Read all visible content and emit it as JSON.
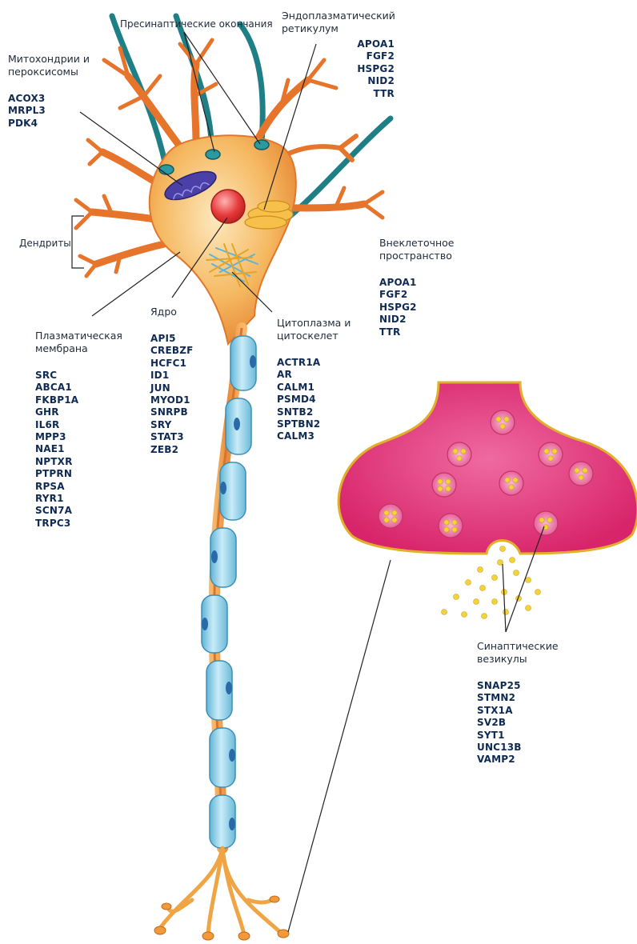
{
  "labels": {
    "presynaptic": "Пресинаптические окончания",
    "er": [
      "Эндоплазматический",
      "ретикулум"
    ],
    "mito": [
      "Митохондрии и",
      "пероксисомы"
    ],
    "dendrites": "Дендриты",
    "extracellular": [
      "Внеклеточное",
      "пространство"
    ],
    "nucleus": "Ядро",
    "cytoplasm": [
      "Цитоплазма и",
      "цитоскелет"
    ],
    "membrane": [
      "Плазматическая",
      "мембрана"
    ],
    "vesicles": [
      "Синаптические",
      "везикулы"
    ]
  },
  "genes": {
    "er": [
      "APOA1",
      "FGF2",
      "HSPG2",
      "NID2",
      "TTR"
    ],
    "mito": [
      "ACOX3",
      "MRPL3",
      "PDK4"
    ],
    "extracellular": [
      "APOA1",
      "FGF2",
      "HSPG2",
      "NID2",
      "TTR"
    ],
    "nucleus": [
      "API5",
      "CREBZF",
      "HCFC1",
      "ID1",
      "JUN",
      "MYOD1",
      "SNRPB",
      "SRY",
      "STAT3",
      "ZEB2"
    ],
    "cytoplasm": [
      "ACTR1A",
      "AR",
      "CALM1",
      "PSMD4",
      "SNTB2",
      "SPTBN2",
      "CALM3"
    ],
    "membrane": [
      "SRC",
      "ABCA1",
      "FKBP1A",
      "GHR",
      "IL6R",
      "MPP3",
      "NAE1",
      "NPTXR",
      "PTPRN",
      "RPSA",
      "RYR1",
      "SCN7A",
      "TRPC3"
    ],
    "vesicles": [
      "SNAP25",
      "STMN2",
      "STX1A",
      "SV2B",
      "SYT1",
      "UNC13B",
      "VAMP2"
    ]
  },
  "colors": {
    "soma": "#f3a24a",
    "axon": "#e88a3a",
    "myelin": "#8fd0ea",
    "terminal": "#e6357a",
    "vesicle_dot": "#f4d23c",
    "presynaptic_fiber": "#1f7f86",
    "nucleus": "#e53a3a",
    "mitochondrion": "#4b3fa8",
    "text": "#1f2a3a",
    "gene_text": "#0f2a52"
  }
}
